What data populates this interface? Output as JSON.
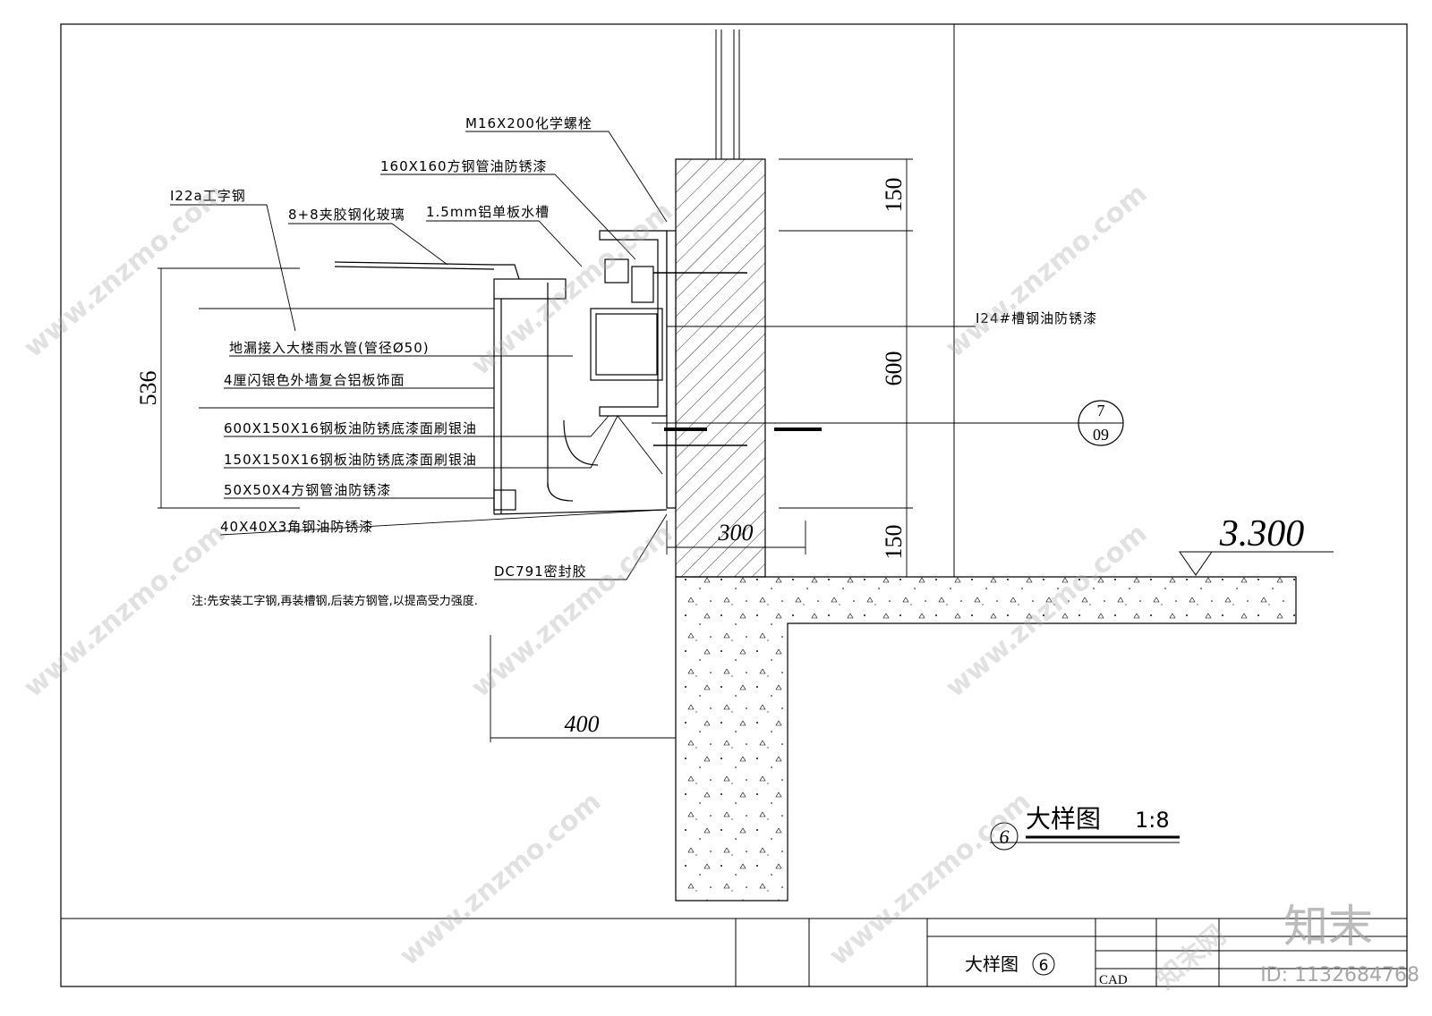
{
  "drawing": {
    "labels": {
      "bolt": "M16X200化学螺栓",
      "square_tube_160": "160X160方钢管油防锈漆",
      "i_beam": "I22a工字钢",
      "glass": "8+8夹胶钢化玻璃",
      "gutter": "1.5mm铝单板水槽",
      "channel": "I24#槽钢油防锈漆",
      "drain": "地漏接入大楼雨水管(管径Ø50)",
      "cladding": "4厘闪银色外墙复合铝板饰面",
      "plate_600": "600X150X16钢板油防锈底漆面刷银油",
      "plate_150": "150X150X16钢板油防锈底漆面刷银油",
      "tube_50": "50X50X4方钢管油防锈漆",
      "angle_40": "40X40X3角钢油防锈漆",
      "sealant": "DC791密封胶",
      "note": "注:先安装工字钢,再装槽钢,后装方钢管,以提高受力强度."
    },
    "dimensions": {
      "d150_top": "150",
      "d600": "600",
      "d150_bottom": "150",
      "d536": "536",
      "d300": "300",
      "d400": "400",
      "elevation": "3.300"
    },
    "section_ref": {
      "top": "7",
      "bottom": "09"
    },
    "detail_title": {
      "number": "6",
      "text": "大样图",
      "scale": "1:8"
    }
  },
  "title_block": {
    "drawing_name": "大样图",
    "drawing_no": "6",
    "software": "CAD"
  },
  "watermark": {
    "site": "www.znzmo.com",
    "brand": "知末网",
    "logo": "知末",
    "id": "ID: 1132684768"
  }
}
